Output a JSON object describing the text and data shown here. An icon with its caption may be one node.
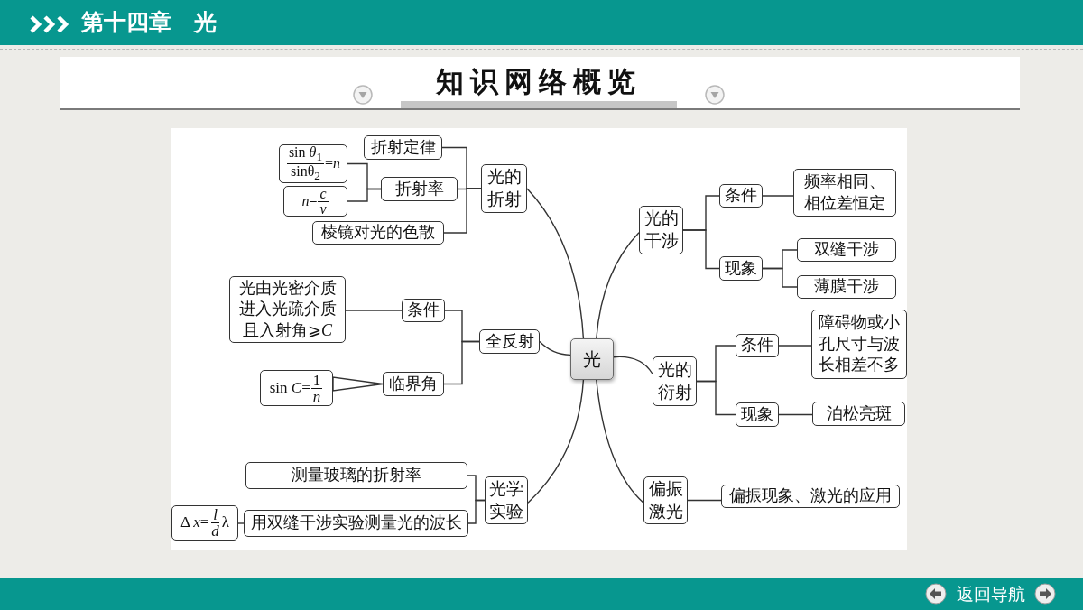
{
  "diagram": {
    "title": "知识网络概览",
    "nodes": [
      {
        "text": [
          "光"
        ]
      },
      {
        "text": [
          "光的折射"
        ]
      },
      {
        "text": [
          "折射定律"
        ]
      },
      {
        "text": [
          "折射率"
        ]
      },
      {
        "text": [
          "sin *θ*$_{1}$",
          "sinθ$_{2}$",
          "=*n*"
        ]
      },
      {
        "text": [
          "*n*=",
          "c",
          "v"
        ]
      },
      {
        "text": [
          "棱镜对光的色散"
        ]
      },
      {
        "text": [
          "全反射"
        ]
      },
      {
        "text": [
          "条件"
        ]
      },
      {
        "text": [
          "光由光密介质进入光疏介质且入射角⩾*C*"
        ]
      },
      {
        "text": [
          "临界角"
        ]
      },
      {
        "text": [
          "sin *C*=",
          "1",
          "n"
        ]
      },
      {
        "text": [
          "光学实验"
        ]
      },
      {
        "text": [
          "测量玻璃的折射率"
        ]
      },
      {
        "text": [
          "用双缝干涉实验测量光的波长"
        ]
      },
      {
        "text": [
          "Δ *x*=",
          "l",
          "d",
          "λ"
        ]
      },
      {
        "text": [
          "光的干涉"
        ]
      },
      {
        "text": [
          "条件"
        ]
      },
      {
        "text": [
          "频率相同、相位差恒定"
        ]
      },
      {
        "text": [
          "现象"
        ]
      },
      {
        "text": [
          "双缝干涉"
        ]
      },
      {
        "text": [
          "薄膜干涉"
        ]
      },
      {
        "text": [
          "光的衍射"
        ]
      },
      {
        "text": [
          "条件"
        ]
      },
      {
        "text": [
          "障碍物或小孔尺寸与波长相差不多"
        ]
      },
      {
        "text": [
          "现象"
        ]
      },
      {
        "text": [
          "泊松亮斑"
        ]
      },
      {
        "text": [
          "偏振激光"
        ]
      },
      {
        "text": [
          "偏振现象、激光的应用"
        ]
      }
    ],
    "edges": [
      {
        "from": 0,
        "to": 1,
        "arrow": "none"
      },
      {
        "from": 0,
        "to": 16,
        "arrow": "none"
      },
      {
        "from": 0,
        "to": 7,
        "arrow": "none"
      },
      {
        "from": 0,
        "to": 22,
        "arrow": "none"
      },
      {
        "from": 0,
        "to": 12,
        "arrow": "none"
      },
      {
        "from": 0,
        "to": 27,
        "arrow": "none"
      },
      {
        "from": 1,
        "to": 2,
        "arrow": "none"
      },
      {
        "from": 1,
        "to": 3,
        "arrow": "none"
      },
      {
        "from": 1,
        "to": 6,
        "arrow": "none"
      },
      {
        "from": 3,
        "to": 4,
        "arrow": "none"
      },
      {
        "from": 3,
        "to": 5,
        "arrow": "none"
      },
      {
        "from": 7,
        "to": 8,
        "arrow": "none"
      },
      {
        "from": 7,
        "to": 10,
        "arrow": "none"
      },
      {
        "from": 8,
        "to": 9,
        "arrow": "none"
      },
      {
        "from": 10,
        "to": 11,
        "arrow": "none"
      },
      {
        "from": 12,
        "to": 13,
        "arrow": "none"
      },
      {
        "from": 12,
        "to": 14,
        "arrow": "none"
      },
      {
        "from": 14,
        "to": 15,
        "arrow": "none"
      },
      {
        "from": 16,
        "to": 17,
        "arrow": "none"
      },
      {
        "from": 16,
        "to": 19,
        "arrow": "none"
      },
      {
        "from": 17,
        "to": 18,
        "arrow": "none"
      },
      {
        "from": 19,
        "to": 20,
        "arrow": "none"
      },
      {
        "from": 19,
        "to": 21,
        "arrow": "none"
      },
      {
        "from": 22,
        "to": 23,
        "arrow": "none"
      },
      {
        "from": 22,
        "to": 25,
        "arrow": "none"
      },
      {
        "from": 23,
        "to": 24,
        "arrow": "none"
      },
      {
        "from": 25,
        "to": 26,
        "arrow": "none"
      },
      {
        "from": 27,
        "to": 28,
        "arrow": "none"
      }
    ],
    "labels": [
      "第十四章　光",
      "返回导航"
    ]
  }
}
